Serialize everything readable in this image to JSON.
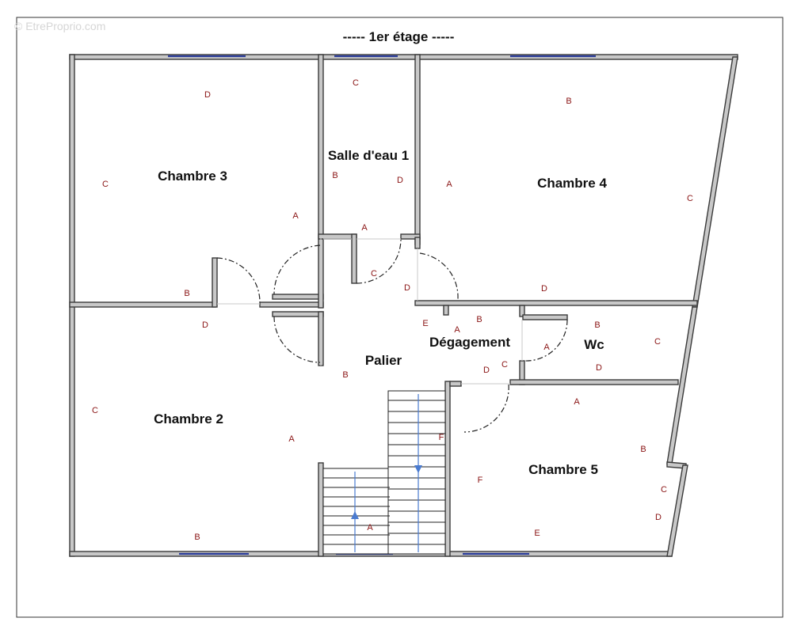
{
  "watermark": "© EtreProprio.com",
  "floor_title": "-----  1er étage  -----",
  "rooms": {
    "chambre3": "Chambre 3",
    "salle_eau": "Salle d'eau 1",
    "chambre4": "Chambre 4",
    "chambre2": "Chambre 2",
    "palier": "Palier",
    "degagement": "Dégagement",
    "wc": "Wc",
    "chambre5": "Chambre 5"
  },
  "wall_marks": {
    "c3_top": "D",
    "c3_left": "C",
    "c3_right": "A",
    "c3_bottom": "B",
    "se_top": "C",
    "se_left": "B",
    "se_right": "D",
    "se_bottom": "A",
    "c4_top": "B",
    "c4_left": "A",
    "c4_right": "C",
    "c4_bottom": "D",
    "pal_c": "C",
    "pal_d": "D",
    "pal_b": "B",
    "c2_top": "D",
    "c2_left": "C",
    "c2_right": "A",
    "c2_bottom": "B",
    "deg_e": "E",
    "deg_a": "A",
    "deg_b": "B",
    "deg_d": "D",
    "deg_c": "C",
    "wc_a": "A",
    "wc_b": "B",
    "wc_c": "C",
    "wc_d": "D",
    "stair_f": "F",
    "stair_a": "A",
    "c5_a": "A",
    "c5_b": "B",
    "c5_c": "C",
    "c5_d": "D",
    "c5_e": "E",
    "c5_f": "F"
  }
}
